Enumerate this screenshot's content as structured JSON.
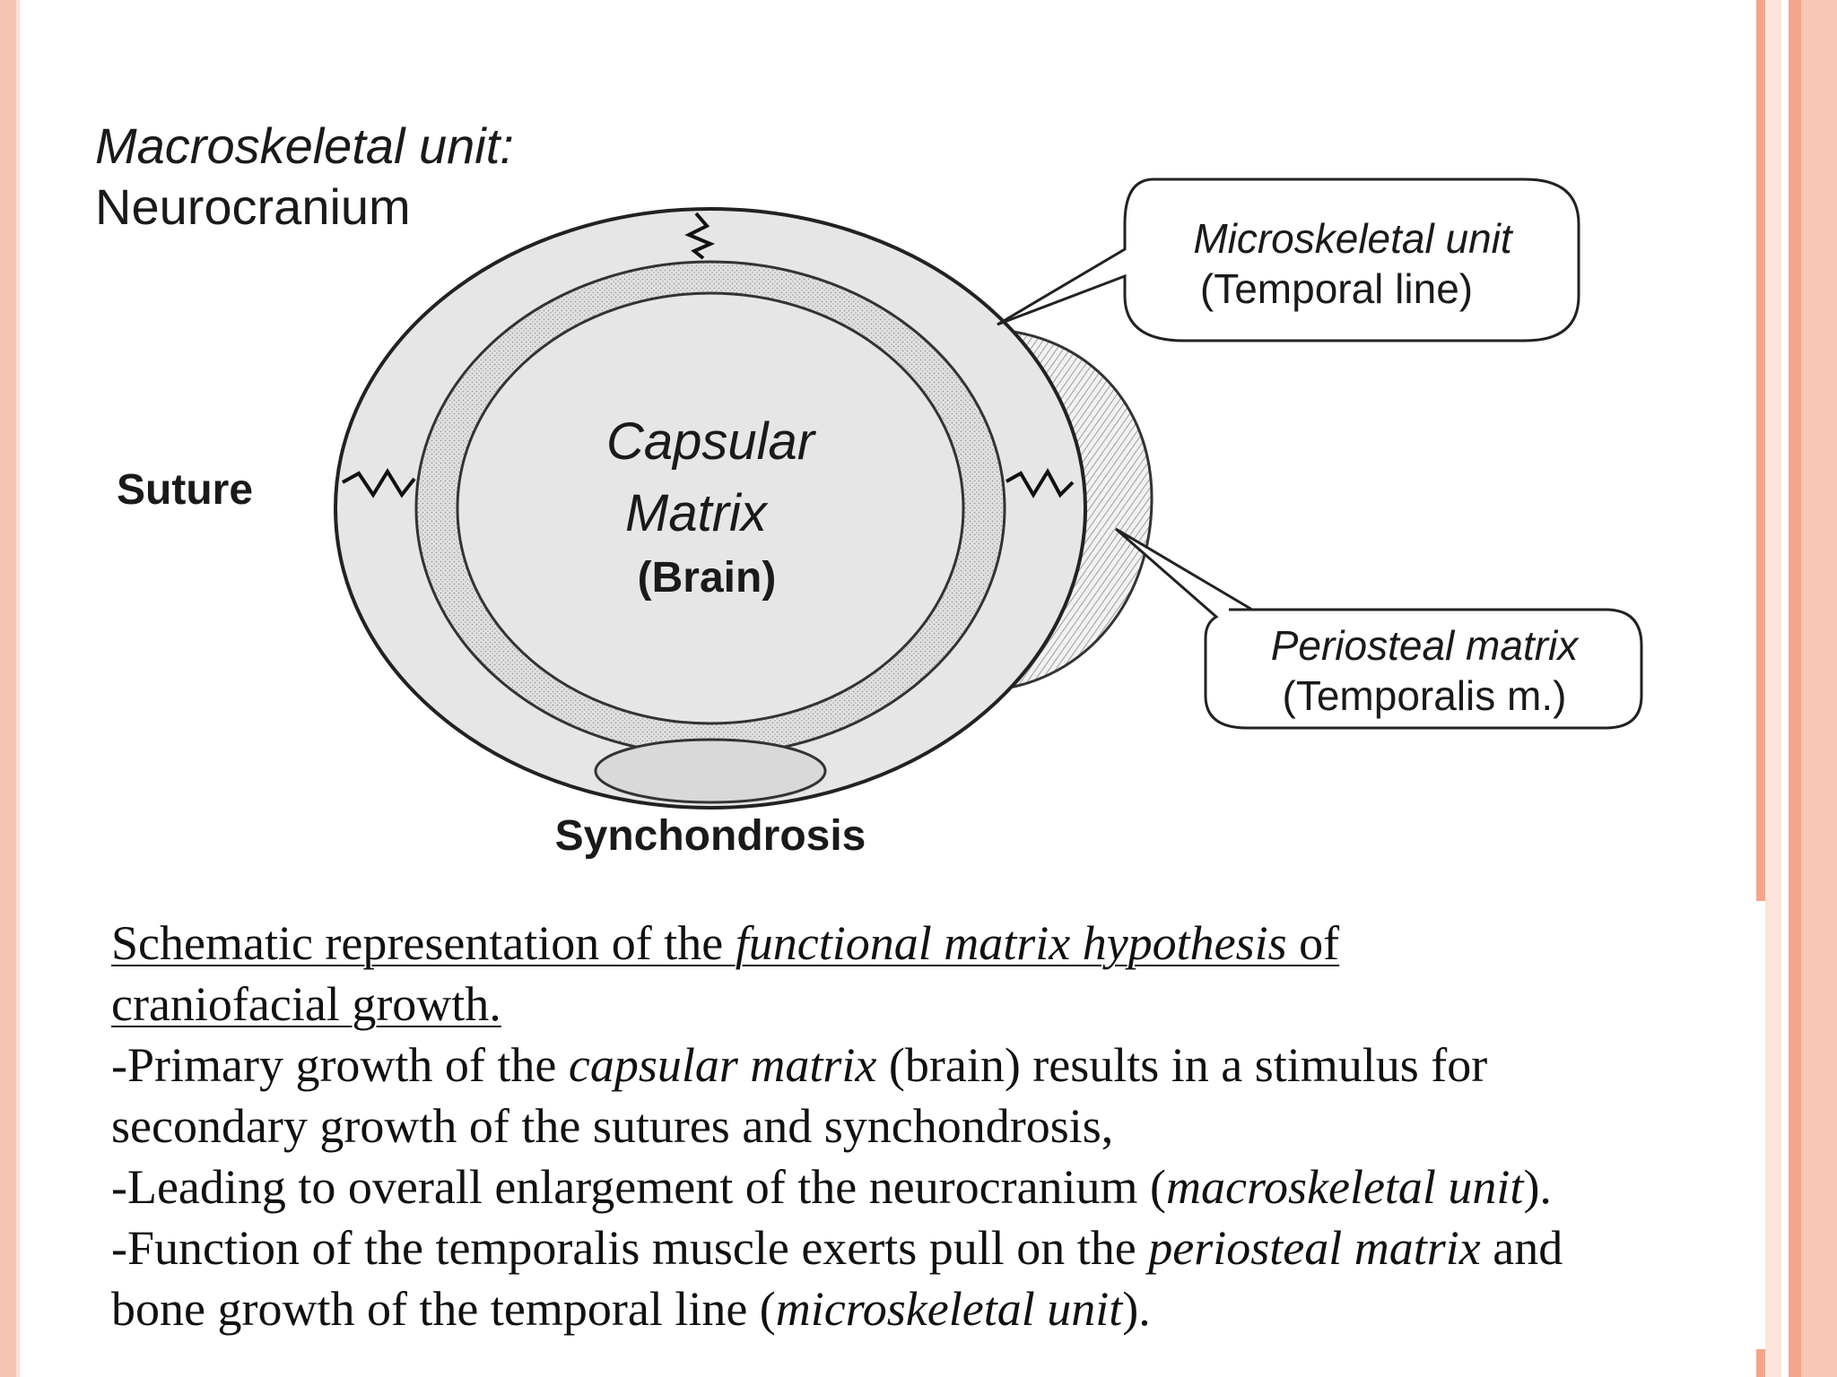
{
  "diagram": {
    "macro_label_line1": "Macroskeletal unit:",
    "macro_label_line2": "Neurocranium",
    "suture_label": "Suture",
    "capsular_line1": "Capsular",
    "capsular_line2": "Matrix",
    "capsular_line3": "(Brain)",
    "synchondrosis_label": "Synchondrosis",
    "micro_callout_line1": "Microskeletal unit",
    "micro_callout_line2": "(Temporal line)",
    "periosteal_callout_line1": "Periosteal matrix",
    "periosteal_callout_line2": "(Temporalis m.)"
  },
  "caption": {
    "title_part1": "Schematic representation of the ",
    "title_italic": "functional matrix hypothesis",
    "title_part2": " of",
    "title_line2": "craniofacial growth.",
    "p1_part1": "-Primary growth of the ",
    "p1_italic": "capsular matrix",
    "p1_part2": " (brain) results in a stimulus for",
    "p1_line2": "secondary growth of the sutures and synchondrosis,",
    "p2_part1": "-Leading to overall enlargement of the neurocranium (",
    "p2_italic": "macroskeletal unit",
    "p2_part2": ").",
    "p3_part1": "-Function of the temporalis muscle exerts pull on the ",
    "p3_italic": "periosteal matrix",
    "p3_part2": " and",
    "p3_line2_part1": "bone growth of the temporal line (",
    "p3_line2_italic": "microskeletal unit",
    "p3_line2_part2": ")."
  }
}
